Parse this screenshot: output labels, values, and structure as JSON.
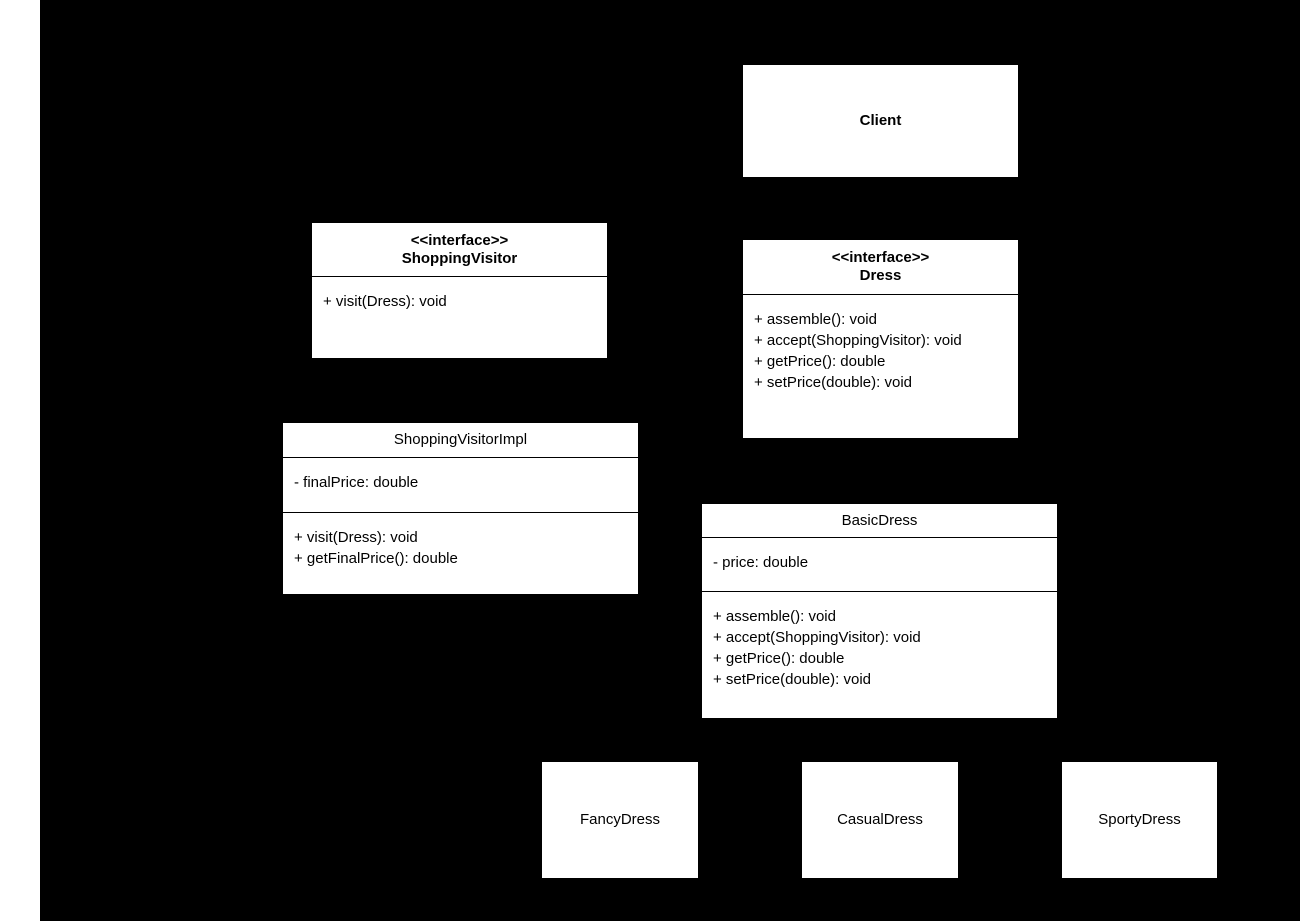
{
  "canvas": {
    "background_color": "#000000",
    "page_color": "#ffffff",
    "box_fill": "#ffffff",
    "box_border": "#000000",
    "text_color": "#000000"
  },
  "diagram": {
    "type": "uml-class-diagram",
    "classes": [
      {
        "id": "client",
        "name": "Client",
        "stereotype": "",
        "bold_header": true,
        "attributes": [],
        "methods": []
      },
      {
        "id": "shoppingvisitor",
        "name": "ShoppingVisitor",
        "stereotype": "<<interface>>",
        "bold_header": true,
        "attributes": [],
        "methods": [
          "+ visit(Dress): void"
        ]
      },
      {
        "id": "dress",
        "name": "Dress",
        "stereotype": "<<interface>>",
        "bold_header": true,
        "attributes": [],
        "methods": [
          "+ assemble(): void",
          "+ accept(ShoppingVisitor): void",
          "+ getPrice(): double",
          "+ setPrice(double): void"
        ]
      },
      {
        "id": "shoppingvisitorimpl",
        "name": "ShoppingVisitorImpl",
        "stereotype": "",
        "bold_header": false,
        "attributes": [
          "- finalPrice: double"
        ],
        "methods": [
          "+ visit(Dress): void",
          "+ getFinalPrice(): double"
        ]
      },
      {
        "id": "basicdress",
        "name": "BasicDress",
        "stereotype": "",
        "bold_header": false,
        "attributes": [
          "- price: double"
        ],
        "methods": [
          "+ assemble(): void",
          "+ accept(ShoppingVisitor): void",
          "+ getPrice(): double",
          "+ setPrice(double): void"
        ]
      },
      {
        "id": "fancydress",
        "name": "FancyDress",
        "stereotype": "",
        "bold_header": false,
        "attributes": [],
        "methods": []
      },
      {
        "id": "casualdress",
        "name": "CasualDress",
        "stereotype": "",
        "bold_header": false,
        "attributes": [],
        "methods": []
      },
      {
        "id": "sportydress",
        "name": "SportyDress",
        "stereotype": "",
        "bold_header": false,
        "attributes": [],
        "methods": []
      }
    ]
  }
}
